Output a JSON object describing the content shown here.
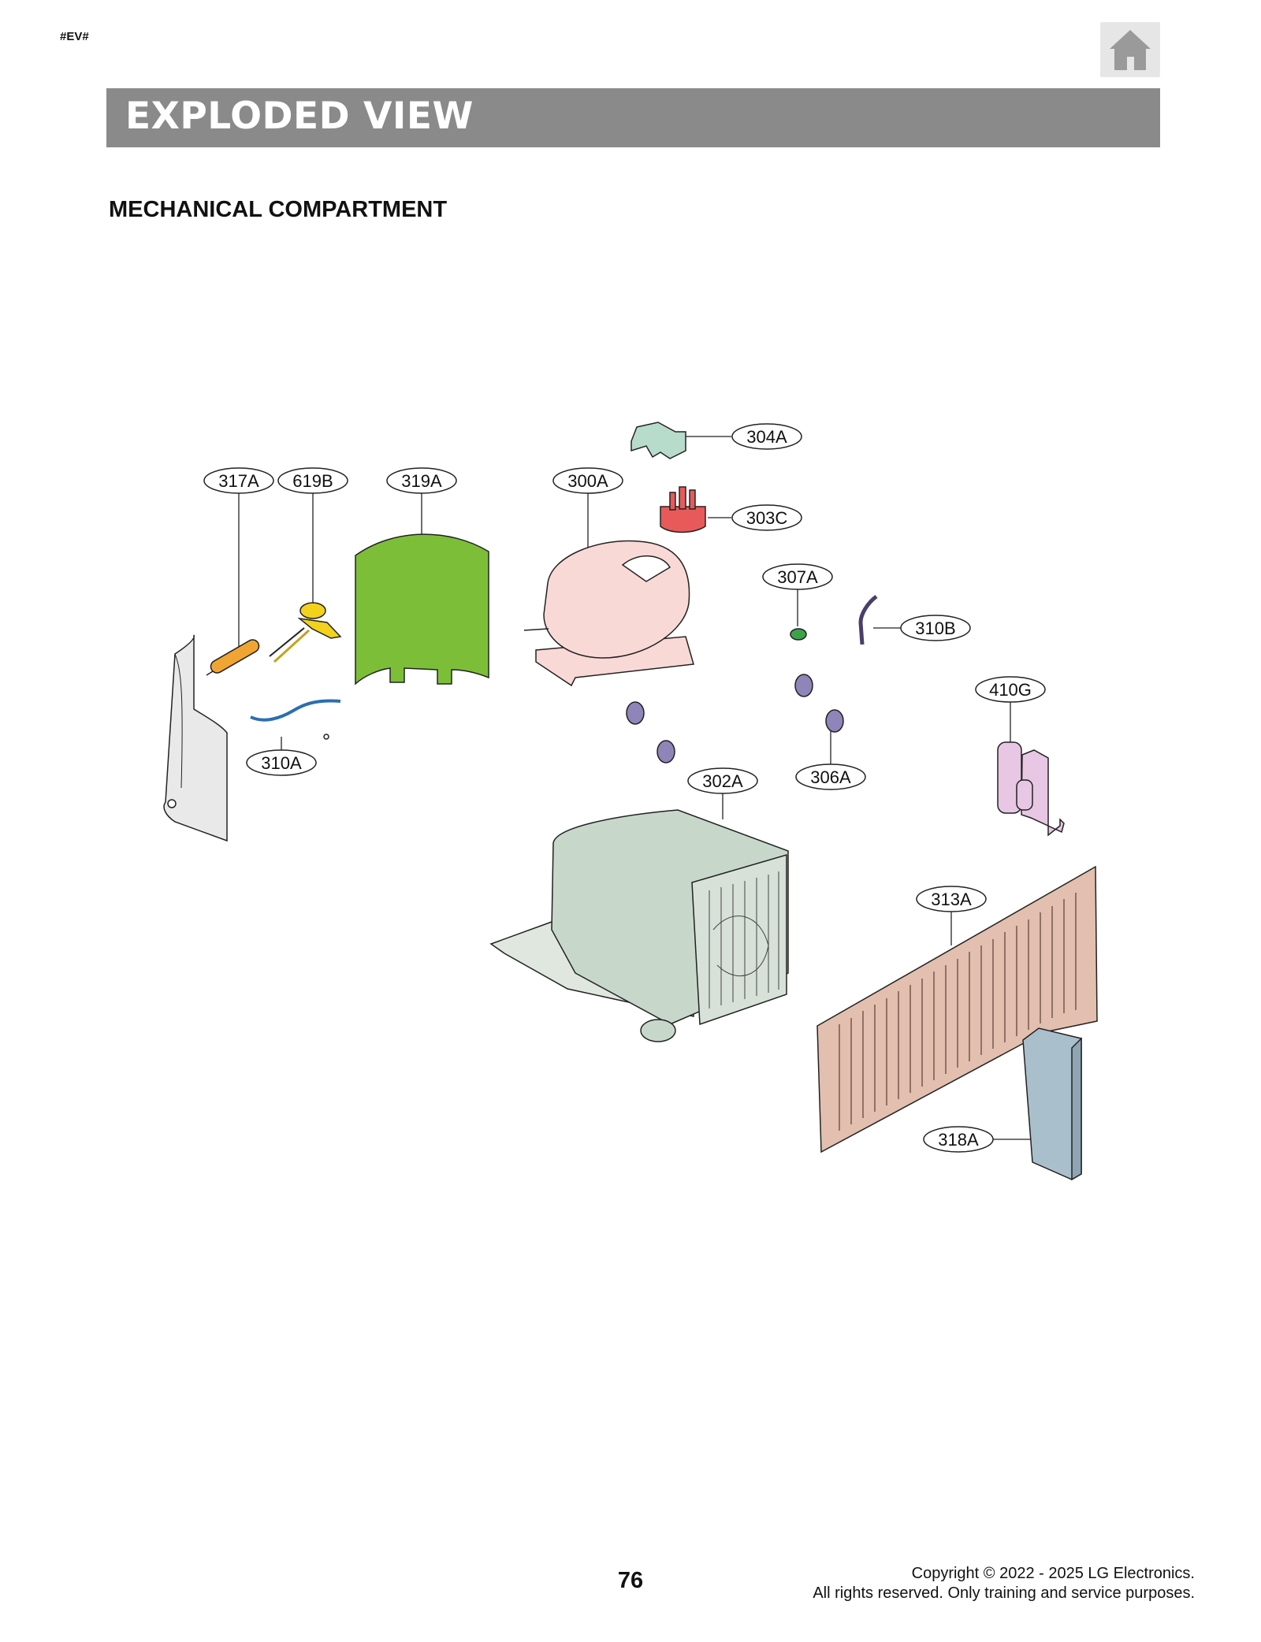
{
  "doc_tag": "#EV#",
  "header": {
    "banner_title": "EXPLODED VIEW",
    "home_icon": "home-icon",
    "banner_color": "#8a8a8a"
  },
  "section_title": "MECHANICAL COMPARTMENT",
  "part_labels": {
    "p317A": "317A",
    "p619B": "619B",
    "p319A": "319A",
    "p300A": "300A",
    "p304A": "304A",
    "p303C": "303C",
    "p307A": "307A",
    "p310B": "310B",
    "p410G": "410G",
    "p310A": "310A",
    "p302A": "302A",
    "p306A": "306A",
    "p313A": "313A",
    "p318A": "318A"
  },
  "part_colors": {
    "green_cover": "#7dbe38",
    "compressor": "#f9d9d6",
    "relay_red": "#e85a5a",
    "bracket_mint": "#b8dccc",
    "grommet_purple": "#8f85b8",
    "condenser_gray_green": "#c7d8cb",
    "grille_tan": "#e2bfae",
    "duct_blue_gray": "#a9bfcc",
    "capacitor_pink": "#e7c7e3",
    "drier_orange": "#f0a533",
    "thermo_yellow": "#f2d21b"
  },
  "footer": {
    "page_number": "76",
    "copyright_line1": "Copyright © 2022 - 2025 LG Electronics.",
    "copyright_line2": "All rights reserved. Only training and service purposes."
  }
}
